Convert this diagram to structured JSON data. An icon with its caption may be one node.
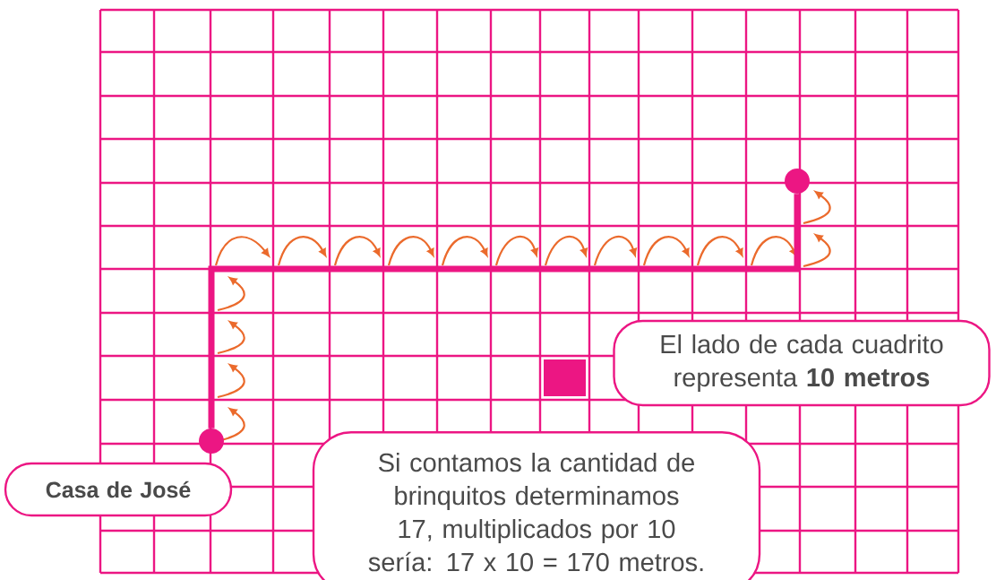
{
  "diagram": {
    "nodes": [
      {
        "text": [
          "Casa de José"
        ]
      },
      {
        "text": [],
        "shape": "circle"
      },
      {
        "text": [],
        "shape": "circle"
      },
      {
        "text": [
          "El lado de cada cuadrito representa **10 metros**"
        ]
      },
      {
        "text": [
          "Si contamos la cantidad de brinquitos determinamos 17, multiplicados por 10 sería: 17 x 10 = 170 metros."
        ]
      }
    ],
    "edges": [
      {
        "from": 1,
        "to": 2,
        "arrow": "none"
      }
    ]
  }
}
